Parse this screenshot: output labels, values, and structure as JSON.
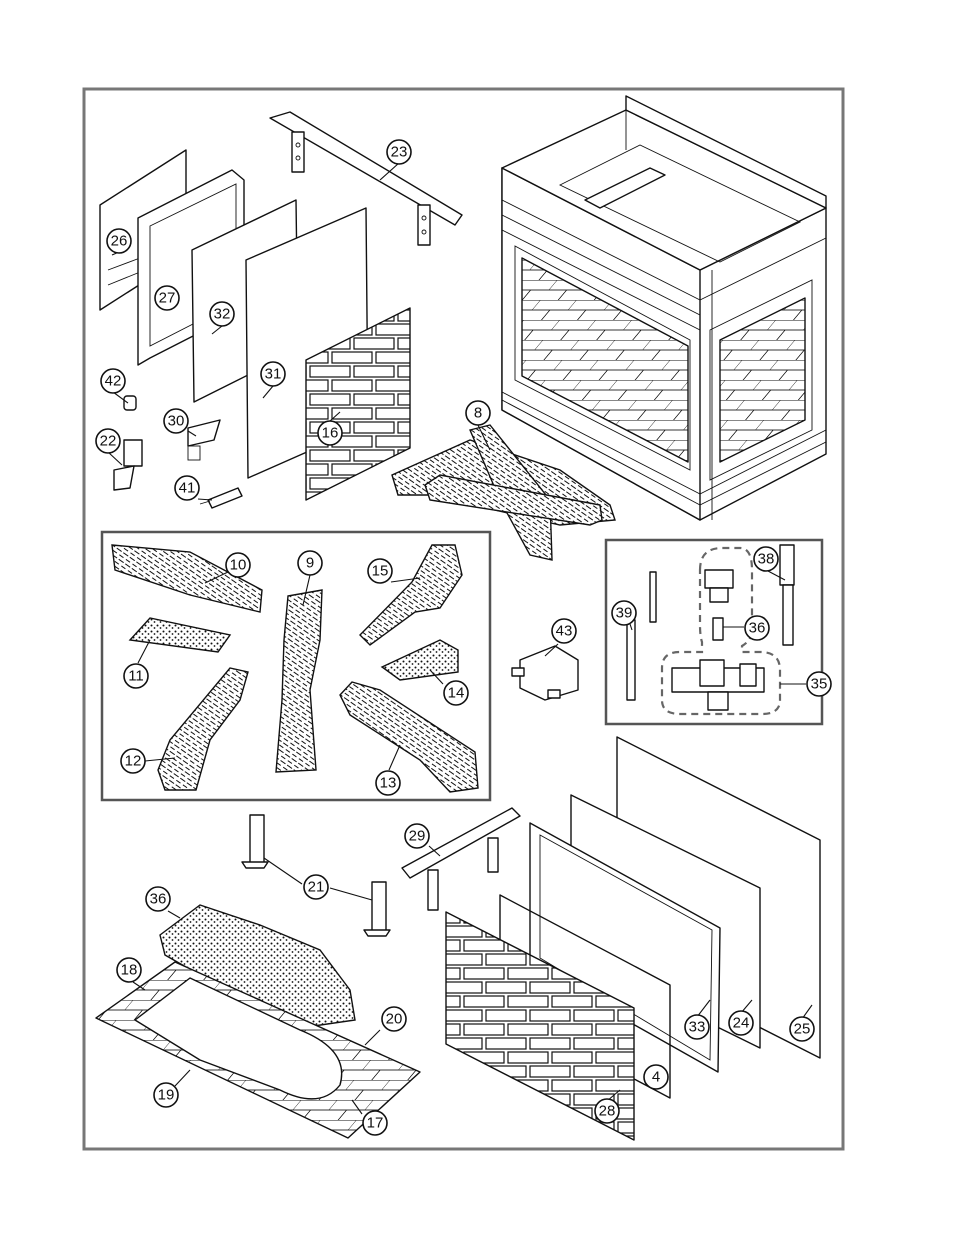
{
  "callouts": [
    {
      "key": "c23",
      "label": "23"
    },
    {
      "key": "c26",
      "label": "26"
    },
    {
      "key": "c27",
      "label": "27"
    },
    {
      "key": "c32",
      "label": "32"
    },
    {
      "key": "c31",
      "label": "31"
    },
    {
      "key": "c16",
      "label": "16"
    },
    {
      "key": "c42",
      "label": "42"
    },
    {
      "key": "c30",
      "label": "30"
    },
    {
      "key": "c22",
      "label": "22"
    },
    {
      "key": "c41",
      "label": "41"
    },
    {
      "key": "c8",
      "label": "8"
    },
    {
      "key": "c10",
      "label": "10"
    },
    {
      "key": "c9",
      "label": "9"
    },
    {
      "key": "c15",
      "label": "15"
    },
    {
      "key": "c11",
      "label": "11"
    },
    {
      "key": "c14",
      "label": "14"
    },
    {
      "key": "c12",
      "label": "12"
    },
    {
      "key": "c13",
      "label": "13"
    },
    {
      "key": "c43",
      "label": "43"
    },
    {
      "key": "c38",
      "label": "38"
    },
    {
      "key": "c39",
      "label": "39"
    },
    {
      "key": "c36a",
      "label": "36"
    },
    {
      "key": "c35",
      "label": "35"
    },
    {
      "key": "c29",
      "label": "29"
    },
    {
      "key": "c21",
      "label": "21"
    },
    {
      "key": "c36b",
      "label": "36"
    },
    {
      "key": "c18",
      "label": "18"
    },
    {
      "key": "c20",
      "label": "20"
    },
    {
      "key": "c19",
      "label": "19"
    },
    {
      "key": "c17",
      "label": "17"
    },
    {
      "key": "c33",
      "label": "33"
    },
    {
      "key": "c24",
      "label": "24"
    },
    {
      "key": "c25",
      "label": "25"
    },
    {
      "key": "c4",
      "label": "4"
    },
    {
      "key": "c28",
      "label": "28"
    }
  ]
}
